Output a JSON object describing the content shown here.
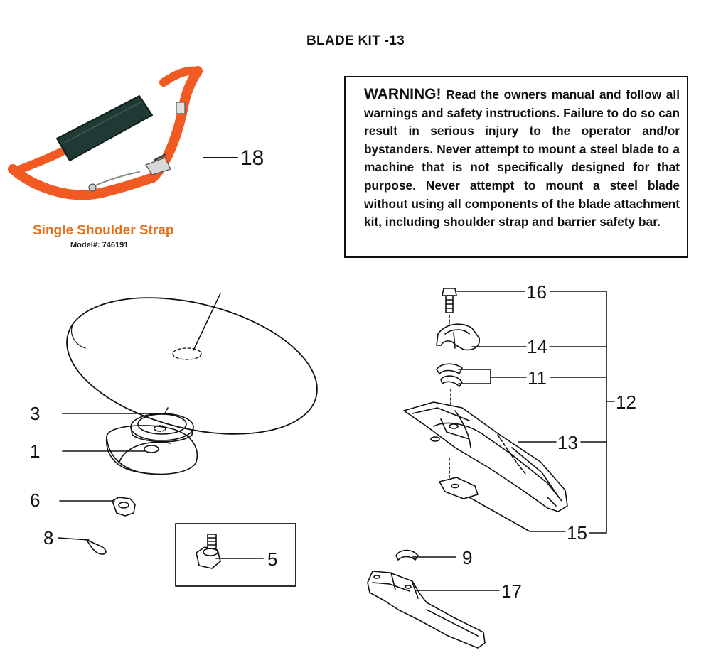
{
  "title": "BLADE KIT -13",
  "warning": {
    "heading": "WARNING!",
    "body": " Read the owners manual and follow all warnings and safety instructions. Failure to do so can result in serious injury to the operator and/or bystanders. Never attempt to mount a steel blade to a machine that is not specifically designed for that purpose. Never attempt to mount a steel blade without using all components of the blade attachment kit, including shoulder strap and barrier safety bar."
  },
  "strap": {
    "caption": "Single Shoulder Strap",
    "model": "Model#: 746191"
  },
  "callouts": {
    "c18": "18",
    "c16": "16",
    "c14": "14",
    "c11": "11",
    "c12": "12",
    "c13": "13",
    "c15": "15",
    "c3": "3",
    "c1": "1",
    "c6": "6",
    "c8": "8",
    "c5": "5",
    "c9": "9",
    "c17": "17"
  },
  "colors": {
    "strap_orange": "#f15a22",
    "pad_dark": "#1f3a34",
    "caption_orange": "#e2701f"
  }
}
